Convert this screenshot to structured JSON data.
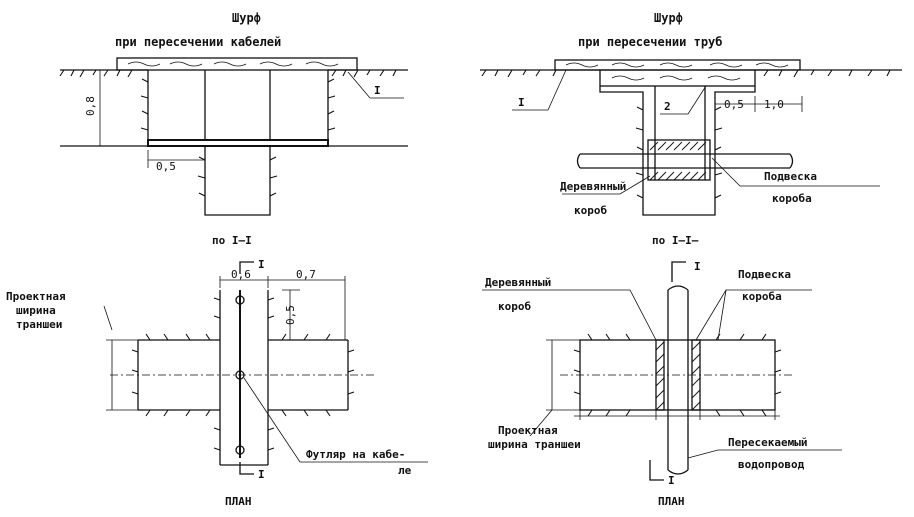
{
  "left_section": {
    "title_line1": "Шурф",
    "title_line2": "при пересечении кабелей",
    "marker_I": "I",
    "dim_depth": "0,8",
    "dim_step": "0,5",
    "section_caption": "по I—I"
  },
  "right_section": {
    "title_line1": "Шурф",
    "title_line2": "при пересечении труб",
    "marker_I": "I",
    "marker_2": "2",
    "dim_step": "0,5",
    "dim_offset": "1,0",
    "label_box_line1": "Деревянный",
    "label_box_line2": "короб",
    "label_suspension_line1": "Подвеска",
    "label_suspension_line2": "короба",
    "section_caption": "по I—I—"
  },
  "left_plan": {
    "marker_top": "I",
    "marker_bottom": "I",
    "dim_a": "0,6",
    "dim_b": "0,7",
    "dim_c": "0,5",
    "label_width_line1": "Проектная",
    "label_width_line2": "ширина",
    "label_width_line3": "траншеи",
    "label_sleeve_line1": "Футляр на кабе-",
    "label_sleeve_line2": "ле",
    "caption": "ПЛАН"
  },
  "right_plan": {
    "marker_top": "I",
    "marker_bottom": "I",
    "label_box_line1": "Деревянный",
    "label_box_line2": "короб",
    "label_suspension_line1": "Подвеска",
    "label_suspension_line2": "короба",
    "label_width_line1": "Проектная",
    "label_width_line2": "ширина траншеи",
    "label_pipe_line1": "Пересекаемый",
    "label_pipe_line2": "водопровод",
    "caption": "ПЛАН"
  }
}
